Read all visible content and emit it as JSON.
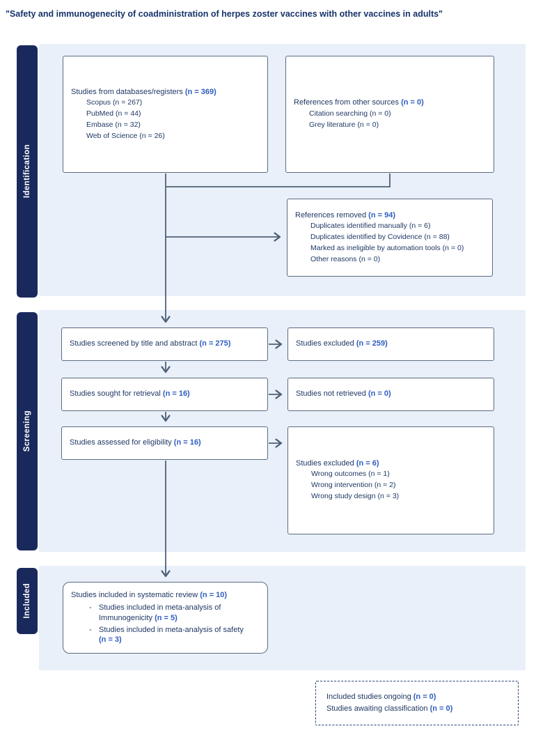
{
  "title": "\"Safety and immunogenecity of coadministration of herpes zoster vaccines with other vaccines in adults\"",
  "sections": {
    "identification": "Identification",
    "screening": "Screening",
    "included": "Included"
  },
  "colors": {
    "section_bar": "#19295c",
    "panel_background": "#e9f0f9",
    "box_border": "#5b6b82",
    "arrow": "#4e6076",
    "text": "#1f3864",
    "count_accent": "#2e5cc0"
  },
  "boxes": {
    "databases": {
      "main_text": "Studies from databases/registers ",
      "main_count": "(n = 369)",
      "items": [
        "Scopus (n = 267)",
        "PubMed (n = 44)",
        "Embase (n = 32)",
        "Web of Science (n = 26)"
      ]
    },
    "other_sources": {
      "main_text": "References from other sources ",
      "main_count": "(n = 0)",
      "items": [
        "Citation searching (n = 0)",
        "Grey literature (n = 0)"
      ]
    },
    "references_removed": {
      "main_text": "References removed ",
      "main_count": "(n = 94)",
      "items": [
        "Duplicates identified manually (n = 6)",
        "Duplicates identified by Covidence (n = 88)",
        "Marked as ineligible by automation tools (n = 0)",
        "Other reasons (n = 0)"
      ]
    },
    "screened": {
      "main_text": "Studies screened by title and abstract ",
      "main_count": "(n = 275)"
    },
    "excluded_screening": {
      "main_text": "Studies excluded ",
      "main_count": "(n = 259)"
    },
    "sought": {
      "main_text": "Studies sought for retrieval ",
      "main_count": "(n = 16)"
    },
    "not_retrieved": {
      "main_text": "Studies not retrieved ",
      "main_count": "(n = 0)"
    },
    "assessed": {
      "main_text": "Studies assessed for eligibility ",
      "main_count": "(n = 16)"
    },
    "excluded_eligibility": {
      "main_text": "Studies excluded ",
      "main_count": "(n = 6)",
      "items": [
        "Wrong outcomes (n = 1)",
        "Wrong intervention (n = 2)",
        "Wrong study design (n = 3)"
      ]
    },
    "included_review": {
      "main_text": "Studies included in systematic review ",
      "main_count": "(n = 10)",
      "bullets": [
        {
          "dash": "-",
          "text": "Studies included in meta-analysis of Immunogenicity ",
          "count": "(n = 5)"
        },
        {
          "dash": "-",
          "text": "Studies included in meta-analysis of safety ",
          "count": "(n = 3)"
        }
      ]
    },
    "ongoing": {
      "lines": [
        {
          "text": "Included studies ongoing ",
          "count": "(n = 0)"
        },
        {
          "text": "Studies awaiting classification ",
          "count": "(n = 0)"
        }
      ]
    }
  }
}
